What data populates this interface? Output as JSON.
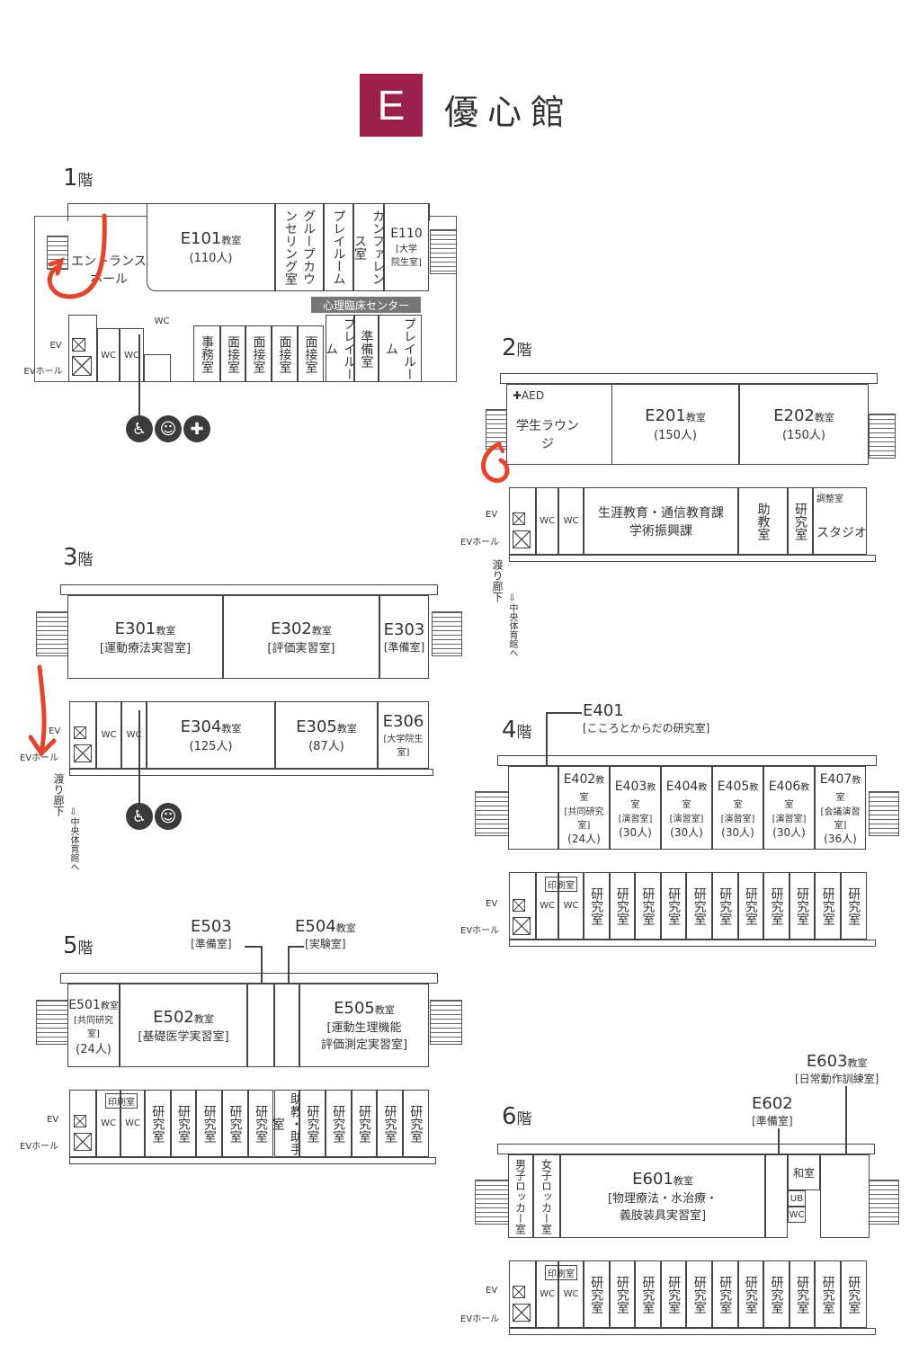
{
  "header": {
    "letter": "E",
    "title": "優心館",
    "accent": "#9b1f4a"
  },
  "icons": {
    "wheelchair": "wheelchair-icon",
    "baby": "baby-icon",
    "ostomate": "ostomate-icon",
    "annotation": "red-hand-drawn-arrow"
  },
  "common": {
    "ev": "EV",
    "evhall": "EVホール",
    "wc": "WC",
    "wc_small": "WC",
    "printroom": "印刷室",
    "lab": "研究室",
    "corridor": "渡り廊下",
    "to_gym": "⇩中央体育館へ",
    "classroom": "教室"
  },
  "f1": {
    "label_num": "1",
    "label_kai": "階",
    "entrance": "エントランスホール",
    "e101": {
      "num": "E101",
      "sfx": "教室",
      "cap": "(110人)"
    },
    "group": "グループカウンセリング室",
    "play1": "プレイルーム",
    "conf": "カンファレンス室",
    "e110": {
      "num": "E110",
      "sub1": "[大学",
      "sub2": "院生室]"
    },
    "center": "心理臨床センター",
    "office": "事務室",
    "interview": "面接室",
    "play2": "プレイルーム",
    "prep": "準備室",
    "play3": "プレイルーム"
  },
  "f2": {
    "label_num": "2",
    "label_kai": "階",
    "aed": "✚AED",
    "lounge": "学生ラウンジ",
    "e201": {
      "num": "E201",
      "sfx": "教室",
      "cap": "(150人)"
    },
    "e202": {
      "num": "E202",
      "sfx": "教室",
      "cap": "(150人)"
    },
    "office1": "生涯教育・通信教育課",
    "office2": "学術振興課",
    "assist": "助教室",
    "lab": "研究室",
    "adjust": "調整室",
    "studio": "スタジオ"
  },
  "f3": {
    "label_num": "3",
    "label_kai": "階",
    "e301": {
      "num": "E301",
      "sfx": "教室",
      "sub": "[運動療法実習室]"
    },
    "e302": {
      "num": "E302",
      "sfx": "教室",
      "sub": "[評価実習室]"
    },
    "e303": {
      "num": "E303",
      "sub": "[準備室]"
    },
    "e304": {
      "num": "E304",
      "sfx": "教室",
      "cap": "(125人)"
    },
    "e305": {
      "num": "E305",
      "sfx": "教室",
      "cap": "(87人)"
    },
    "e306": {
      "num": "E306",
      "sub": "[大学院生室]"
    }
  },
  "f4": {
    "label_num": "4",
    "label_kai": "階",
    "e401": {
      "num": "E401",
      "sub": "[こころとからだの研究室]"
    },
    "rooms": [
      {
        "num": "E402",
        "sfx": "教室",
        "sub": "[共同研究室]",
        "cap": "(24人)"
      },
      {
        "num": "E403",
        "sfx": "教室",
        "sub": "[演習室]",
        "cap": "(30人)"
      },
      {
        "num": "E404",
        "sfx": "教室",
        "sub": "[演習室]",
        "cap": "(30人)"
      },
      {
        "num": "E405",
        "sfx": "教室",
        "sub": "[演習室]",
        "cap": "(30人)"
      },
      {
        "num": "E406",
        "sfx": "教室",
        "sub": "[演習室]",
        "cap": "(30人)"
      },
      {
        "num": "E407",
        "sfx": "教室",
        "sub": "[会議演習室]",
        "cap": "(36人)"
      }
    ]
  },
  "f5": {
    "label_num": "5",
    "label_kai": "階",
    "e501": {
      "num": "E501",
      "sfx": "教室",
      "sub": "[共同研究室]",
      "cap": "(24人)"
    },
    "e502": {
      "num": "E502",
      "sfx": "教室",
      "sub": "[基礎医学実習室]"
    },
    "e503": {
      "num": "E503",
      "sub": "[準備室]"
    },
    "e504": {
      "num": "E504",
      "sfx": "教室",
      "sub": "[実験室]"
    },
    "e505": {
      "num": "E505",
      "sfx": "教室",
      "sub1": "[運動生理機能",
      "sub2": "評価測定実習室]"
    },
    "assist": "助教・助手室"
  },
  "f6": {
    "label_num": "6",
    "label_kai": "階",
    "male": "男子ロッカー室",
    "female": "女子ロッカー室",
    "e601": {
      "num": "E601",
      "sfx": "教室",
      "sub1": "[物理療法・水治療・",
      "sub2": "義肢装具実習室]"
    },
    "e602": {
      "num": "E602",
      "sub": "[準備室]"
    },
    "e603": {
      "num": "E603",
      "sfx": "教室",
      "sub": "[日常動作訓練室]"
    },
    "washitsu": "和室",
    "ub": "UB",
    "wc": "WC"
  }
}
